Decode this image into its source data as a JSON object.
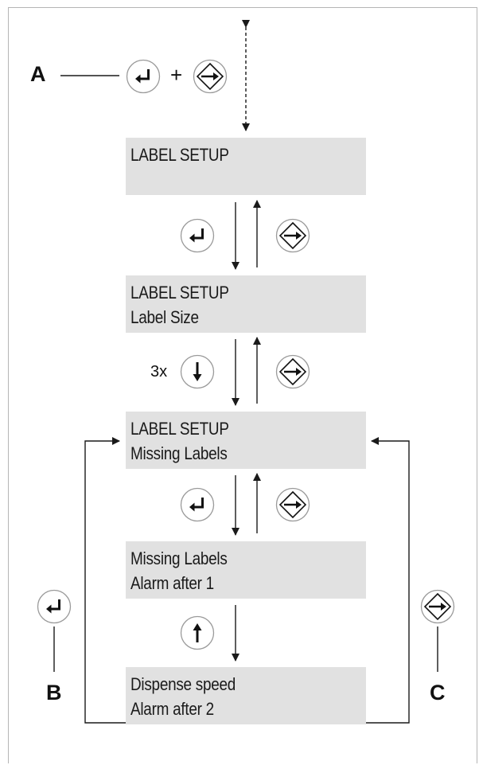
{
  "screens": [
    {
      "line1": "LABEL SETUP",
      "line2": ""
    },
    {
      "line1": "LABEL SETUP",
      "line2": "Label Size"
    },
    {
      "line1": "LABEL SETUP",
      "line2": "Missing Labels"
    },
    {
      "line1": "Missing Labels",
      "line2": "Alarm after 1"
    },
    {
      "line1": "Dispense speed",
      "line2": "Alarm after 2"
    }
  ],
  "callouts": {
    "a": "A",
    "b": "B",
    "c": "C"
  },
  "key_combo_plus": "+",
  "repeat_count": "3x",
  "icons": {
    "enter": "enter-key-icon",
    "mode": "mode-diamond-key-icon",
    "down": "down-arrow-key-icon",
    "up": "up-arrow-key-icon"
  },
  "colors": {
    "screen_bg": "#e1e1e1",
    "line": "#1a1a1a",
    "frame": "#b5b5b5"
  }
}
